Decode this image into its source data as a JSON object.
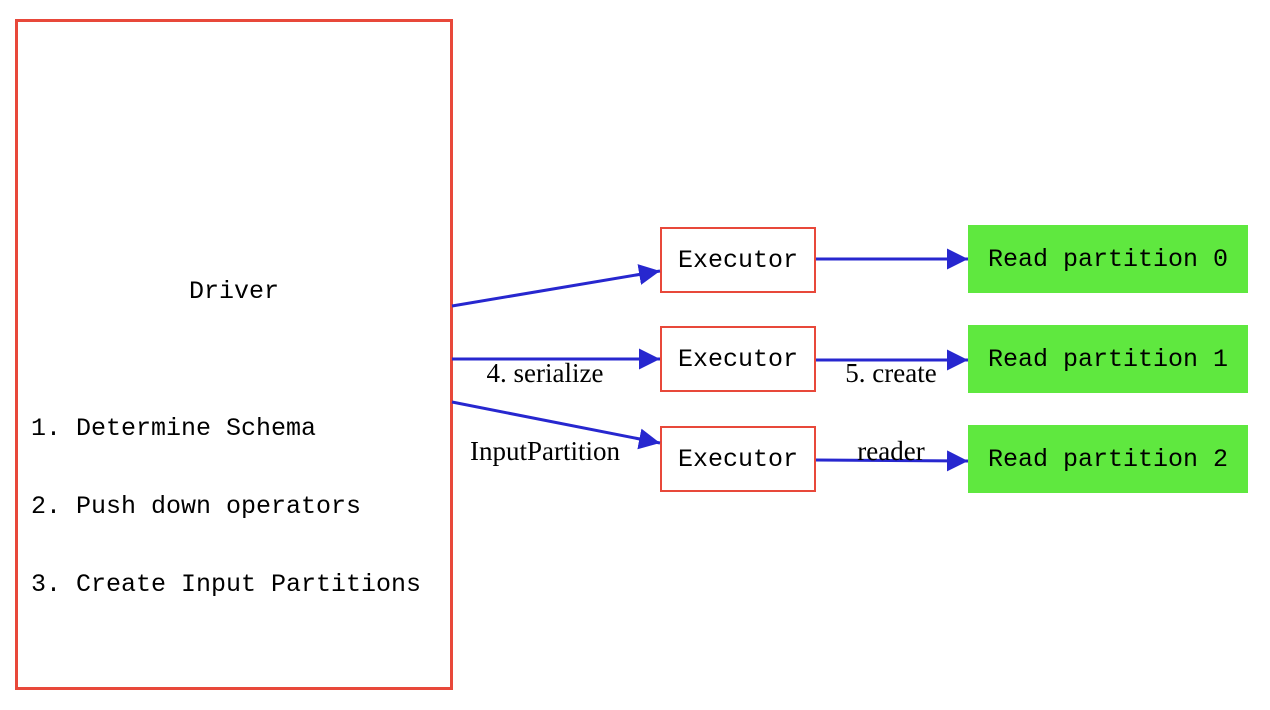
{
  "diagram": {
    "colors": {
      "box_red": "#e8483a",
      "arrow_blue": "#2727cf",
      "partition_green": "#5fe83f",
      "text_color": "#000000",
      "bg_color": "#ffffff"
    },
    "driver": {
      "title": "Driver",
      "steps": [
        "1. Determine Schema",
        "2. Push down operators",
        "3. Create Input Partitions"
      ]
    },
    "executors": [
      {
        "label": "Executor"
      },
      {
        "label": "Executor"
      },
      {
        "label": "Executor"
      }
    ],
    "partitions": [
      {
        "label": "Read partition 0"
      },
      {
        "label": "Read partition 1"
      },
      {
        "label": "Read partition 2"
      }
    ],
    "edge_labels": {
      "serialize": {
        "line1": "4. serialize",
        "line2": "InputPartition"
      },
      "create_reader": {
        "line1": "5. create",
        "line2": "reader"
      }
    }
  }
}
